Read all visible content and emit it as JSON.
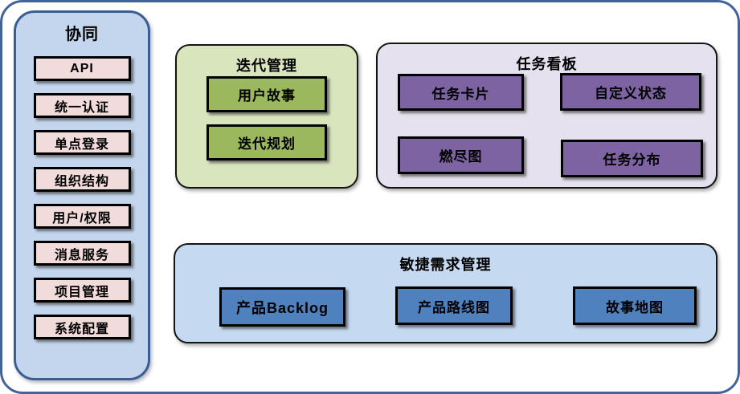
{
  "sidebar": {
    "title": "协同",
    "items": [
      "API",
      "统一认证",
      "单点登录",
      "组织结构",
      "用户/权限",
      "消息服务",
      "项目管理",
      "系统配置"
    ]
  },
  "panels": {
    "iteration": {
      "title": "迭代管理",
      "items": [
        "用户故事",
        "迭代规划"
      ]
    },
    "kanban": {
      "title": "任务看板",
      "items": [
        "任务卡片",
        "自定义状态",
        "燃尽图",
        "任务分布"
      ]
    },
    "requirements": {
      "title": "敏捷需求管理",
      "items": [
        "产品Backlog",
        "产品路线图",
        "故事地图"
      ]
    }
  },
  "colors": {
    "outer_border": "#41639c",
    "sidebar_fill": "#c3d6ee",
    "sidebar_border": "#3a5e91",
    "sidebar_item_fill": "#f2dcdb",
    "iteration_panel_fill": "#d9e5bd",
    "iteration_item_fill": "#9bb95c",
    "kanban_panel_fill": "#e6e1ee",
    "kanban_item_fill": "#7d63a1",
    "requirements_panel_fill": "#c5d9f0",
    "requirements_item_fill": "#4e81bd",
    "node_border": "#000000",
    "text": "#000000"
  }
}
